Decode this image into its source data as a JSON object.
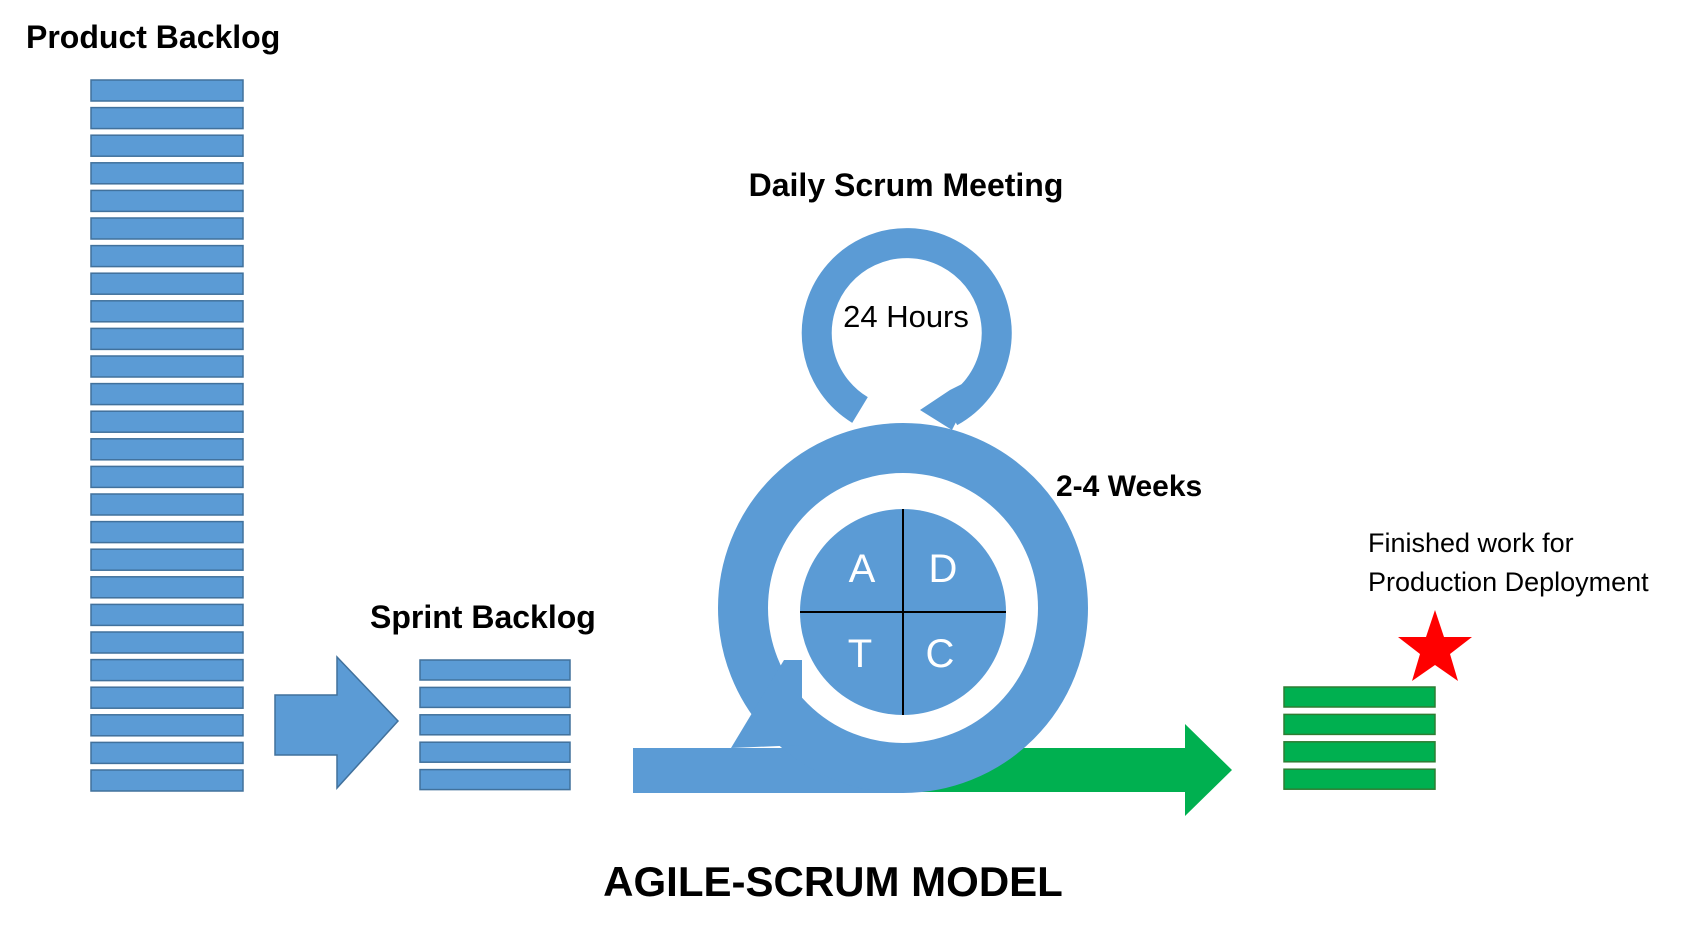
{
  "labels": {
    "product_backlog": "Product Backlog",
    "sprint_backlog": "Sprint Backlog",
    "daily_scrum": "Daily Scrum Meeting",
    "hours": "24 Hours",
    "weeks": "2-4 Weeks",
    "finished_line1": "Finished work for",
    "finished_line2": "Production Deployment",
    "model_title": "AGILE-SCRUM  MODEL"
  },
  "cycle_quadrants": [
    "A",
    "D",
    "T",
    "C"
  ],
  "backlog_counts": {
    "product_backlog_items": 26,
    "sprint_backlog_items": 5,
    "finished_items": 4
  },
  "colors": {
    "blue": "#5B9BD5",
    "blue_border": "#41719C",
    "green": "#00B050",
    "green_border": "#2E7D32",
    "star": "#FF0000"
  },
  "icons": {
    "star": "red-star-icon"
  }
}
